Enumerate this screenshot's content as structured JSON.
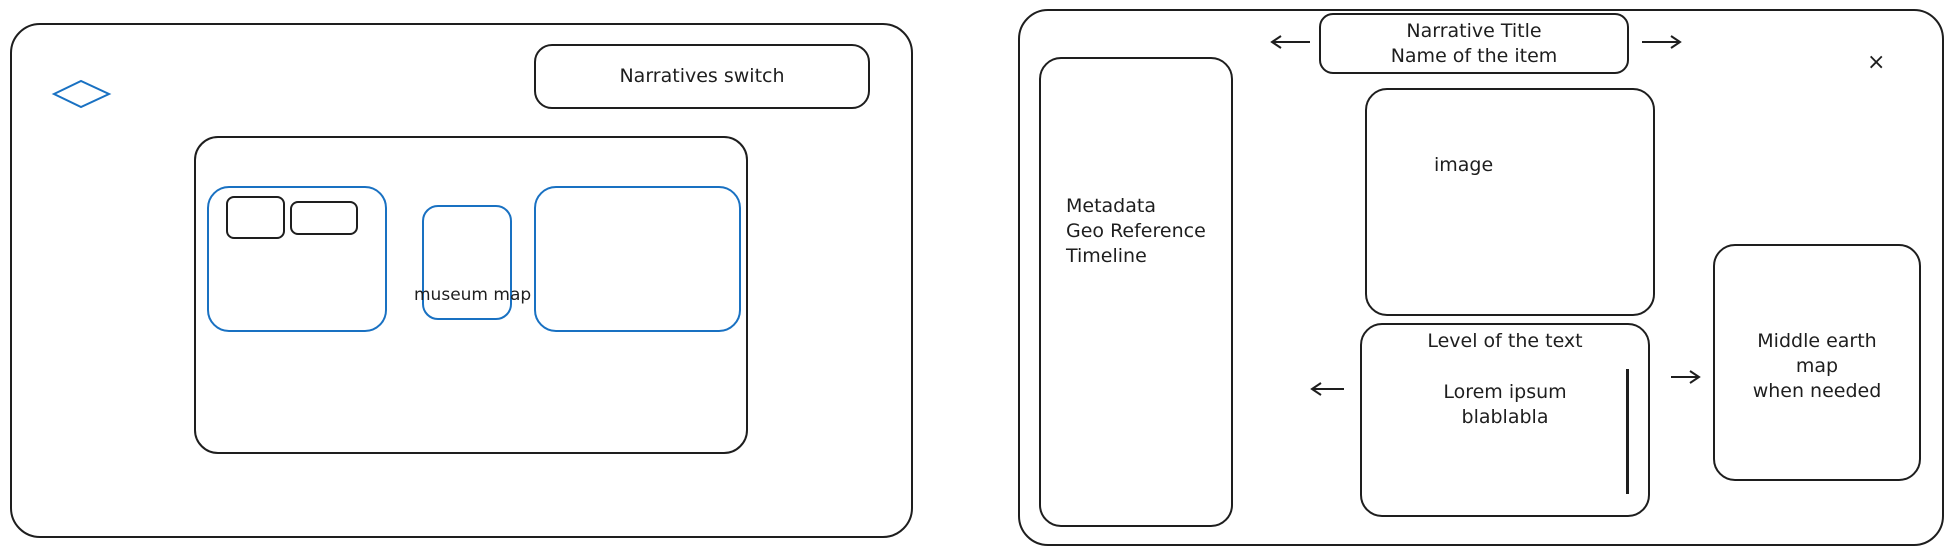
{
  "left_wireframe": {
    "narratives_switch_label": "Narratives switch",
    "museum_map_label": "museum map"
  },
  "right_wireframe": {
    "narrative_title": "Narrative Title",
    "item_name": "Name of the item",
    "close_symbol": "×",
    "metadata_lines": [
      "Metadata",
      "Geo Reference",
      "Timeline"
    ],
    "image_label": "image",
    "text_level_label": "Level of the text",
    "body_text_lines": [
      "Lorem ipsum",
      "blablabla"
    ],
    "map_panel_lines": [
      "Middle earth",
      "map",
      "when needed"
    ]
  },
  "colors": {
    "stroke": "#1e1e1e",
    "accent": "#1971c2"
  }
}
